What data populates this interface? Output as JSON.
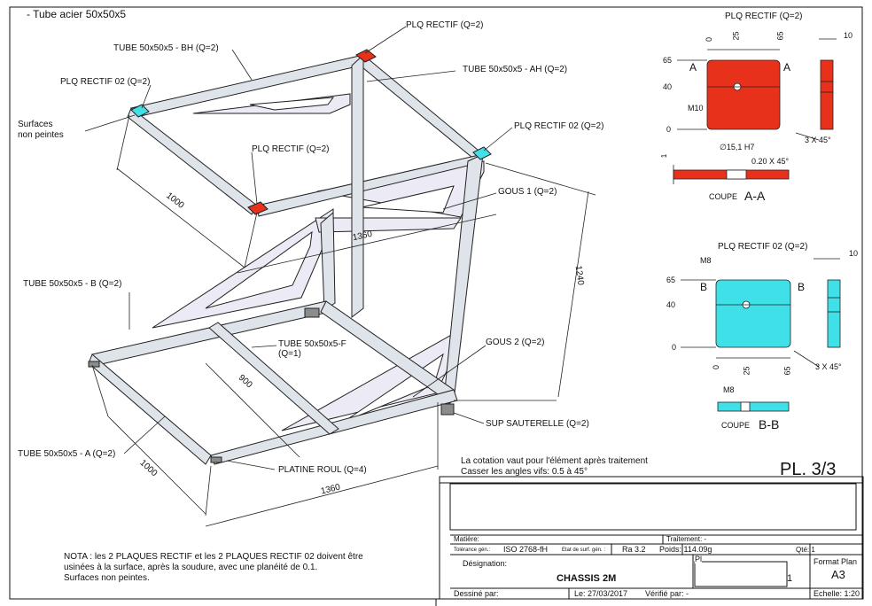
{
  "header": {
    "material_title": "- Tube acier 50x50x5"
  },
  "callouts": {
    "plq_rectif_top": "PLQ RECTIF (Q=2)",
    "tube_bh": "TUBE 50x50x5 - BH (Q=2)",
    "tube_ah": "TUBE 50x50x5 - AH (Q=2)",
    "plq_rectif02_left": "PLQ RECTIF 02 (Q=2)",
    "surfaces_line1": "Surfaces",
    "surfaces_line2": "non peintes",
    "plq_rectif02_right": "PLQ RECTIF 02 (Q=2)",
    "plq_rectif_mid": "PLQ RECTIF (Q=2)",
    "gous1": "GOUS 1 (Q=2)",
    "tube_b": "TUBE 50x50x5 - B (Q=2)",
    "tube_f_line1": "TUBE 50x50x5-F",
    "tube_f_line2": "(Q=1)",
    "gous2": "GOUS 2 (Q=2)",
    "sup_sauterelle": "SUP SAUTERELLE (Q=2)",
    "tube_a": "TUBE 50x50x5 - A (Q=2)",
    "platine_roul": "PLATINE ROUL (Q=4)"
  },
  "dimensions": {
    "d1000_top": "1000",
    "d1360_mid": "1360",
    "d1240": "1240",
    "d900": "900",
    "d1000_bot": "1000",
    "d1360_bot": "1360"
  },
  "detail_a": {
    "title": "PLQ RECTIF (Q=2)",
    "dim_0": "0",
    "dim_25": "25",
    "dim_65_top": "65",
    "dim_10": "10",
    "dim_65_left": "65",
    "dim_40": "40",
    "dim_0_left": "0",
    "section_letter": "A",
    "hole_label": "M10",
    "chamfer": "3 X 45°",
    "bore": "∅15,1 H7",
    "bore_chamfer": "0.20 X 45°",
    "side_dim": "1",
    "section_label": "COUPE",
    "section_name": "A-A",
    "fill_color": "#e8311a"
  },
  "detail_b": {
    "title": "PLQ RECTIF 02 (Q=2)",
    "hole_label": "M8",
    "dim_10": "10",
    "dim_65_left": "65",
    "dim_40": "40",
    "dim_0_left": "0",
    "dim_0": "0",
    "dim_25": "25",
    "dim_65_bottom": "65",
    "section_letter": "B",
    "chamfer": "3 X 45°",
    "bore": "M8",
    "section_label": "COUPE",
    "section_name": "B-B",
    "fill_color": "#40e0e8"
  },
  "notes": {
    "cotation": "La cotation vaut pour l'élément après traitement",
    "casser": "Casser les angles vifs: 0.5 à 45°",
    "nota_line1": "NOTA : les 2 PLAQUES RECTIF et les 2 PLAQUES RECTIF 02 doivent être",
    "nota_line2": "usinées à la surface, après la soudure, avec une planéité de 0.1.",
    "nota_line3": "Surfaces non peintes."
  },
  "title_block": {
    "plate": "PL. 3/3",
    "matiere_label": "Matière:",
    "traitement": "Traitement: -",
    "tolerance_label": "Tolérance gén.:",
    "tolerance_value": "ISO 2768-fH",
    "surface_label": "Etat de surf. gén. :",
    "surface_value": "Ra 3.2",
    "poids": "Poids: 114.09g",
    "qte": "Qté: 1",
    "designation_label": "Désignation:",
    "designation_value": "CHASSIS 2M",
    "format_label": "Format Plan",
    "format_value": "A3",
    "dessine_label": "Dessiné par:",
    "date": "Le: 27/03/2017",
    "verifie": "Vérifié par: -",
    "echelle": "Echelle: 1:20",
    "partial_1": "Pl",
    "partial_2": "1"
  }
}
